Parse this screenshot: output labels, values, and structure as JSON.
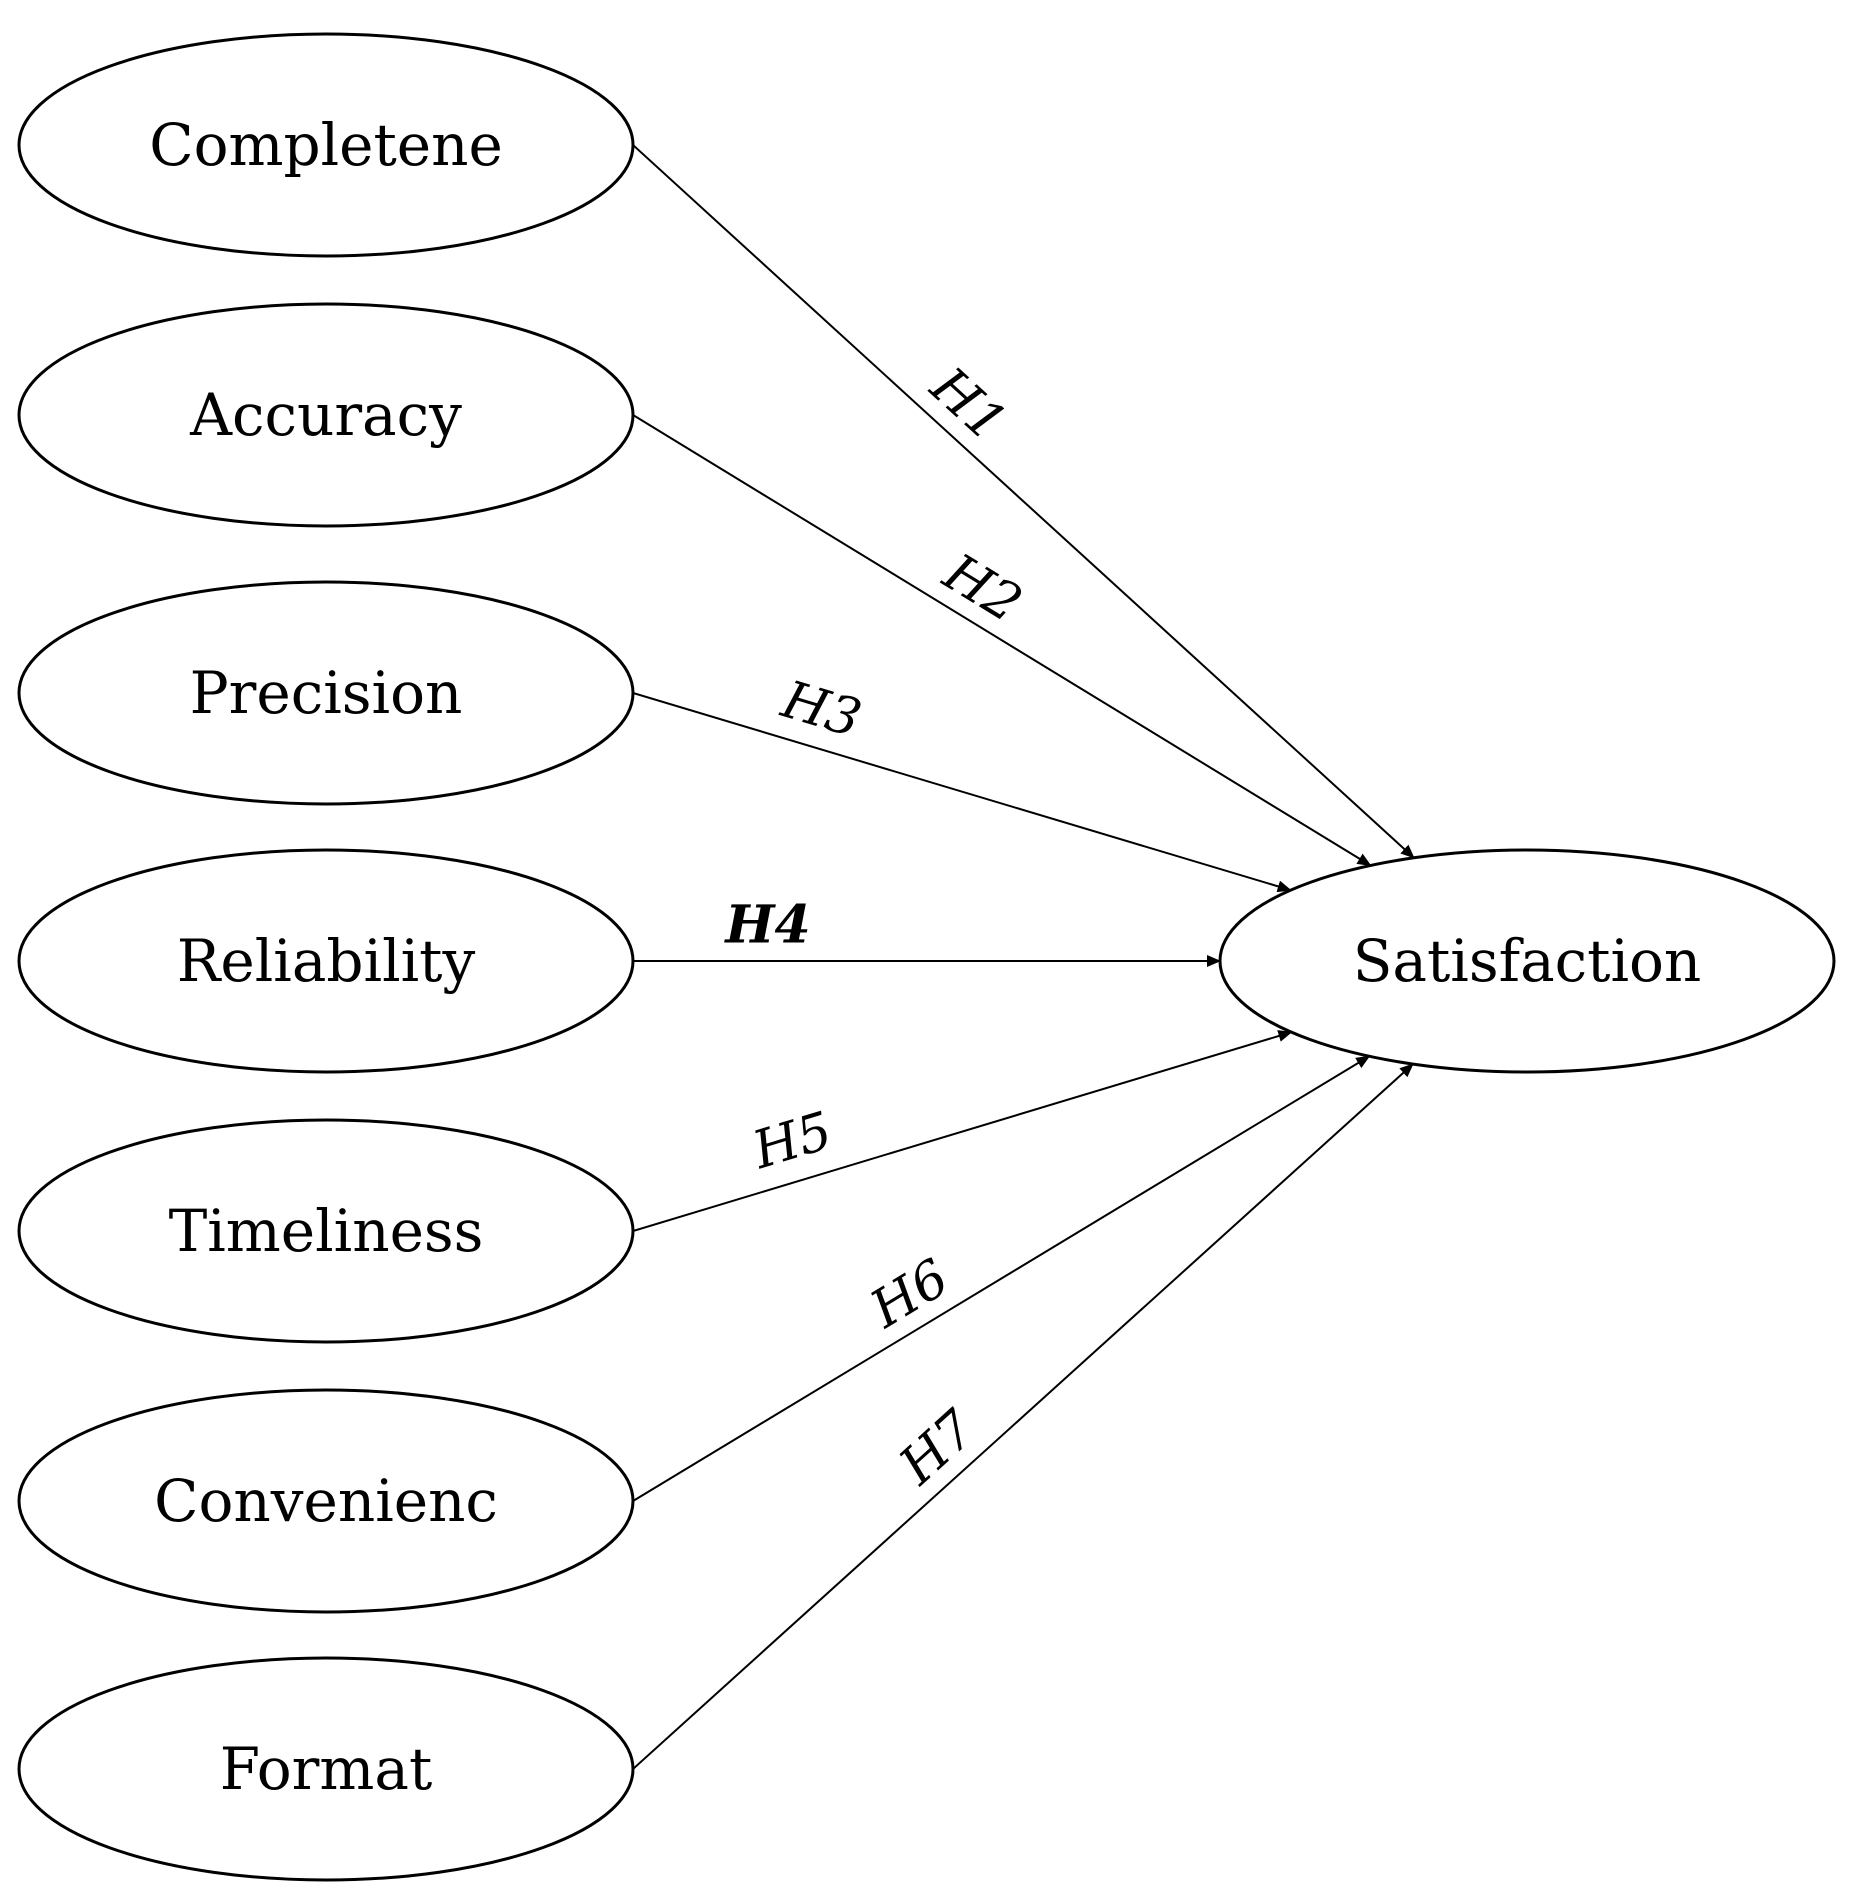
{
  "colors": {
    "stroke": "#000000",
    "fill": "#ffffff",
    "background": "#ffffff"
  },
  "nodes": [
    {
      "id": "completeness",
      "label": "Completene"
    },
    {
      "id": "accuracy",
      "label": "Accuracy"
    },
    {
      "id": "precision",
      "label": "Precision"
    },
    {
      "id": "reliability",
      "label": "Reliability"
    },
    {
      "id": "timeliness",
      "label": "Timeliness"
    },
    {
      "id": "convenience",
      "label": "Convenienc"
    },
    {
      "id": "format",
      "label": "Format"
    },
    {
      "id": "satisfaction",
      "label": "Satisfaction"
    }
  ],
  "edges": [
    {
      "from": "completeness",
      "to": "satisfaction",
      "label": "H1"
    },
    {
      "from": "accuracy",
      "to": "satisfaction",
      "label": "H2"
    },
    {
      "from": "precision",
      "to": "satisfaction",
      "label": "H3"
    },
    {
      "from": "reliability",
      "to": "satisfaction",
      "label": "H4",
      "bold": true
    },
    {
      "from": "timeliness",
      "to": "satisfaction",
      "label": "H5"
    },
    {
      "from": "convenience",
      "to": "satisfaction",
      "label": "H6"
    },
    {
      "from": "format",
      "to": "satisfaction",
      "label": "H7"
    }
  ]
}
